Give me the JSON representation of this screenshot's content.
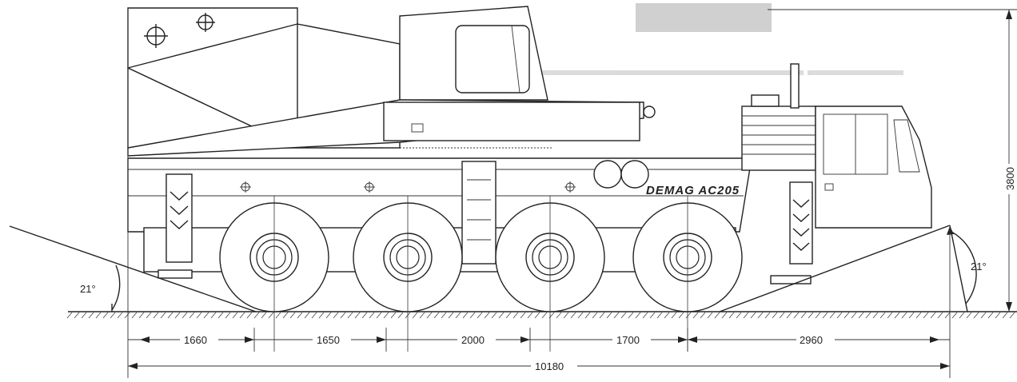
{
  "diagram": {
    "model_label": "DEMAG  AC205",
    "dimensions_mm": {
      "axle_spacing": [
        "1660",
        "1650",
        "2000",
        "1700"
      ],
      "front_overhang": "2960",
      "overall_length": "10180",
      "overall_height": "3800"
    },
    "angles": {
      "approach_angle": "21°",
      "departure_angle": "21°"
    }
  },
  "colors": {
    "line": "#222222",
    "background": "#ffffff"
  }
}
